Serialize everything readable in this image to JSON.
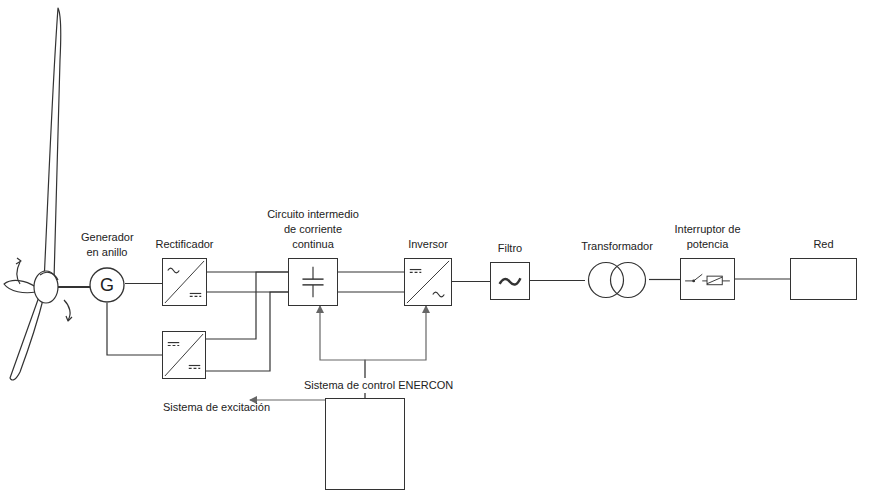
{
  "diagram": {
    "nodes": [
      {
        "text": [
          "Generador en anillo",
          "G"
        ]
      },
      {
        "text": [
          "Rectificador"
        ]
      },
      {
        "text": [
          "Circuito intermedio de corriente continua"
        ]
      },
      {
        "text": [
          "Inversor"
        ]
      },
      {
        "text": [
          "Filtro"
        ]
      },
      {
        "text": [
          "Transformador"
        ]
      },
      {
        "text": [
          "Interruptor de potencia"
        ]
      },
      {
        "text": [
          "Red"
        ]
      },
      {
        "text": [
          "Sistema de excitación"
        ]
      },
      {
        "text": [
          "Sistema de control ENERCON"
        ]
      }
    ],
    "edges": [
      {
        "from": 0,
        "to": 1,
        "arrow": "none"
      },
      {
        "from": 1,
        "to": 2,
        "arrow": "none"
      },
      {
        "from": 2,
        "to": 3,
        "arrow": "none"
      },
      {
        "from": 3,
        "to": 4,
        "arrow": "none"
      },
      {
        "from": 4,
        "to": 5,
        "arrow": "none"
      },
      {
        "from": 5,
        "to": 6,
        "arrow": "none"
      },
      {
        "from": 6,
        "to": 7,
        "arrow": "none"
      },
      {
        "from": 0,
        "to": 8,
        "arrow": "none"
      },
      {
        "from": 8,
        "to": 2,
        "arrow": "none"
      },
      {
        "from": 9,
        "to": 2,
        "arrow": "to"
      },
      {
        "from": 9,
        "to": 3,
        "arrow": "to"
      },
      {
        "from": 9,
        "to": 8,
        "arrow": "to"
      }
    ]
  }
}
